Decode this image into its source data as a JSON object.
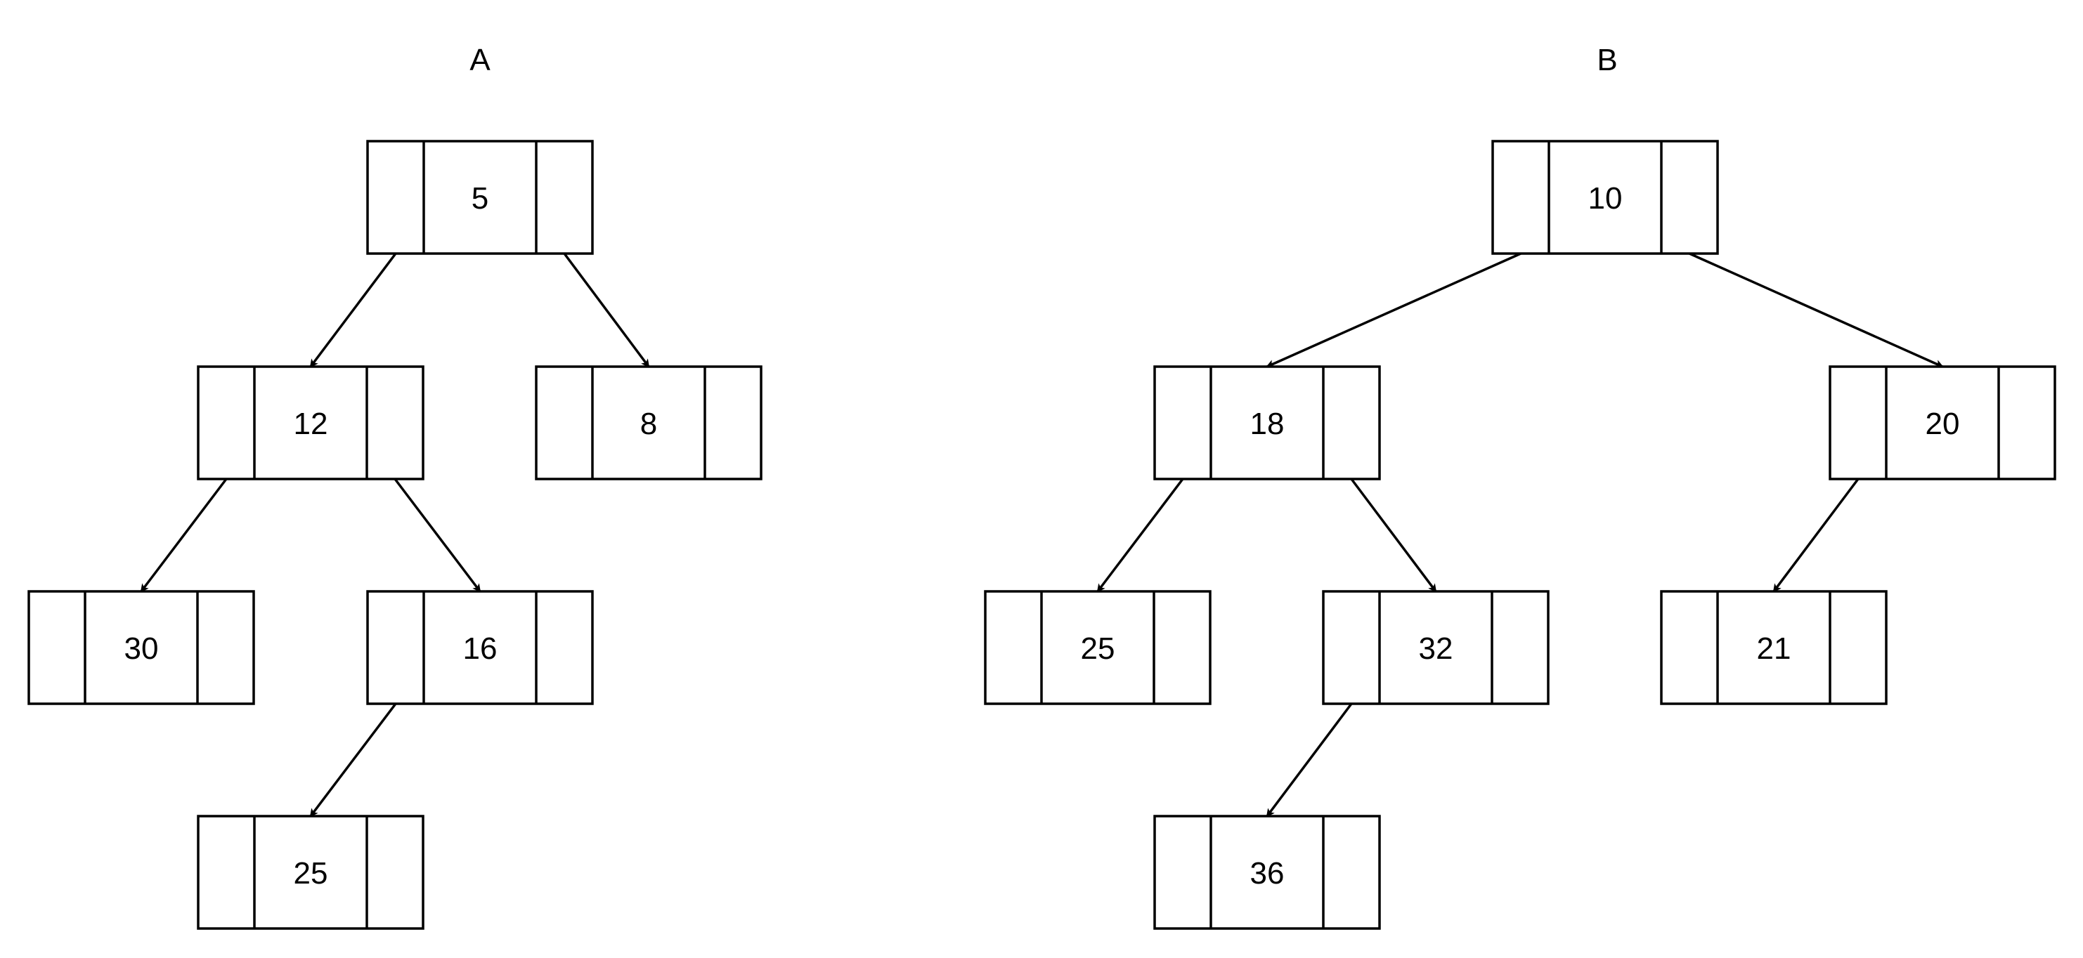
{
  "trees": [
    {
      "id": "A",
      "title": "A",
      "nodes": [
        {
          "id": "a1",
          "value": "5"
        },
        {
          "id": "a2",
          "value": "12"
        },
        {
          "id": "a3",
          "value": "8"
        },
        {
          "id": "a4",
          "value": "30"
        },
        {
          "id": "a5",
          "value": "16"
        },
        {
          "id": "a6",
          "value": "25"
        }
      ],
      "edges": [
        {
          "from": "a1",
          "to": "a2"
        },
        {
          "from": "a1",
          "to": "a3"
        },
        {
          "from": "a2",
          "to": "a4"
        },
        {
          "from": "a2",
          "to": "a5"
        },
        {
          "from": "a5",
          "to": "a6"
        }
      ]
    },
    {
      "id": "B",
      "title": "B",
      "nodes": [
        {
          "id": "b1",
          "value": "10"
        },
        {
          "id": "b2",
          "value": "18"
        },
        {
          "id": "b3",
          "value": "20"
        },
        {
          "id": "b4",
          "value": "25"
        },
        {
          "id": "b5",
          "value": "32"
        },
        {
          "id": "b6",
          "value": "21"
        },
        {
          "id": "b7",
          "value": "36"
        }
      ],
      "edges": [
        {
          "from": "b1",
          "to": "b2"
        },
        {
          "from": "b1",
          "to": "b3"
        },
        {
          "from": "b2",
          "to": "b4"
        },
        {
          "from": "b2",
          "to": "b5"
        },
        {
          "from": "b3",
          "to": "b6"
        },
        {
          "from": "b5",
          "to": "b7"
        }
      ]
    }
  ]
}
